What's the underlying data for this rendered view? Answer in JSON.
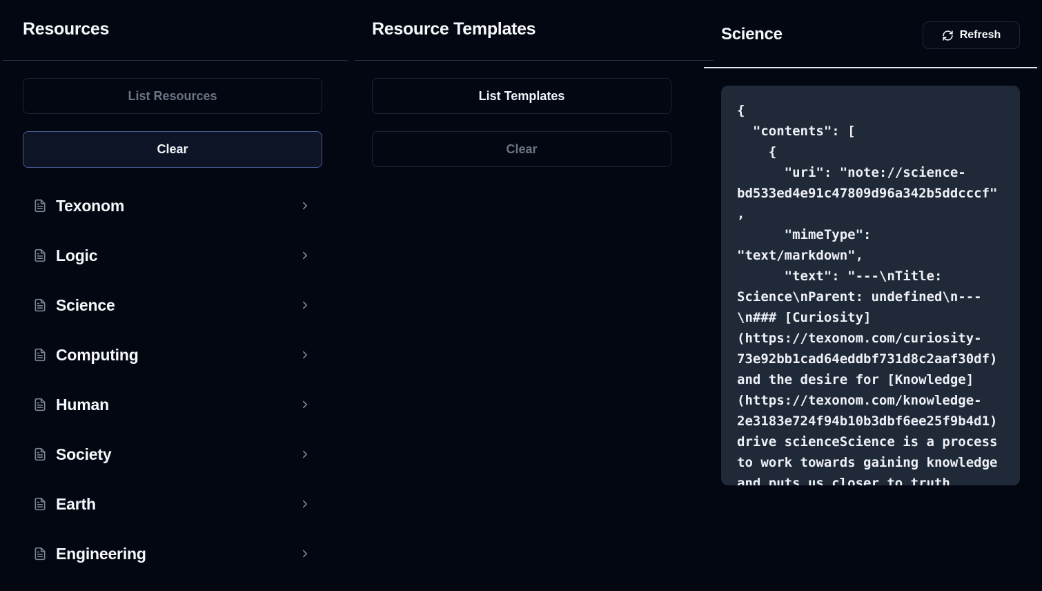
{
  "panels": {
    "resources": {
      "title": "Resources",
      "list_button": "List Resources",
      "clear_button": "Clear",
      "items": [
        {
          "label": "Texonom"
        },
        {
          "label": "Logic"
        },
        {
          "label": "Science"
        },
        {
          "label": "Computing"
        },
        {
          "label": "Human"
        },
        {
          "label": "Society"
        },
        {
          "label": "Earth"
        },
        {
          "label": "Engineering"
        }
      ]
    },
    "templates": {
      "title": "Resource Templates",
      "list_button": "List Templates",
      "clear_button": "Clear"
    },
    "detail": {
      "title": "Science",
      "refresh_button": "Refresh",
      "code_lines": [
        "{",
        "  \"contents\": [",
        "    {",
        "      \"uri\": \"note://science-",
        "bd533ed4e91c47809d96a342b5ddcccf\"",
        ",",
        "      \"mimeType\":",
        "\"text/markdown\",",
        "      \"text\": \"---\\nTitle:",
        "Science\\nParent: undefined\\n---",
        "\\n### [Curiosity]",
        "(https://texonom.com/curiosity-",
        "73e92bb1cad64eddbf731d8c2aaf30df)",
        "and the desire for [Knowledge]",
        "(https://texonom.com/knowledge-",
        "2e3183e724f94b10b3dbf6ee25f9b4d1)",
        "drive scienceScience is a process",
        "to work towards gaining knowledge",
        "and puts us closer to truth"
      ]
    }
  },
  "icons": {
    "resource_item": "file-text-icon",
    "row_arrow": "chevron-right-icon",
    "refresh": "refresh-icon"
  },
  "colors": {
    "background": "#030712",
    "code_block_bg": "#1f2938",
    "divider": "#272f42",
    "bright_divider": "#e5e8ee",
    "accent_border": "#4b5b96",
    "muted_text": "#6b7483",
    "text": "#f6f8fb"
  }
}
